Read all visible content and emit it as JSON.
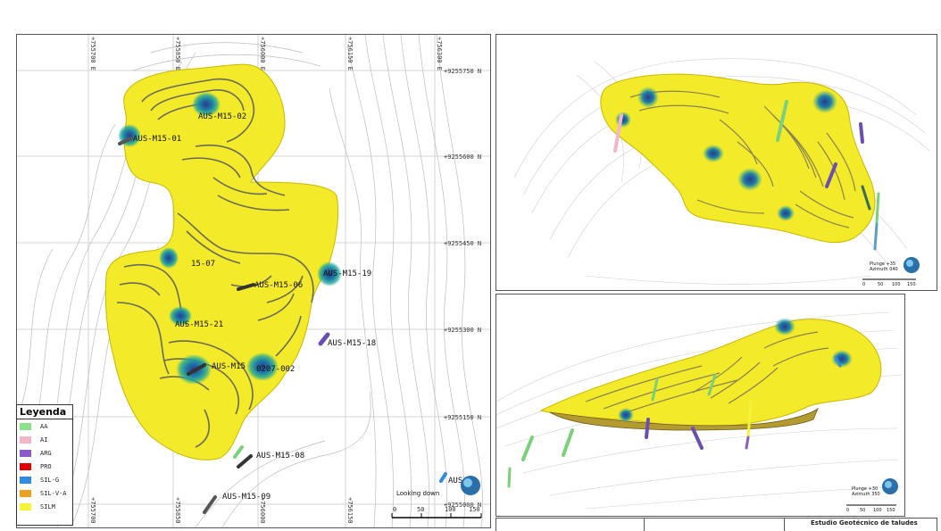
{
  "main_map": {
    "top_coords": [
      "+755700 E",
      "+755850 E",
      "+756000 E",
      "+756150 E",
      "+756300 E"
    ],
    "right_coords": [
      "+9255750 N",
      "+9255600 N",
      "+9255450 N",
      "+9255300 N",
      "+9255150 N",
      "+9255000 N"
    ],
    "bottom_coords": [
      "+755700 E",
      "+755850 E",
      "+756000 E",
      "+756150 E"
    ],
    "labels": {
      "m15_02": "AUS-M15-02",
      "m15_01": "AUS-M15-01",
      "m15_07": "15-07",
      "m15_06": "AUS-M15-06",
      "m15_19": "AUS-M15-19",
      "m15_21": "AUS-M15-21",
      "m15_18": "AUS-M15-18",
      "m15_0x": "AUS-M15",
      "d0207": "0207-002",
      "m15_08": "AUS-M15-08",
      "m15_09": "AUS-M15-09",
      "m15_17": "AUS"
    },
    "looking": "Looking down",
    "scale": [
      "0",
      "50",
      "100",
      "150"
    ]
  },
  "legend": {
    "title": "Leyenda",
    "items": [
      {
        "code": "AA",
        "color": "#8be08b"
      },
      {
        "code": "AI",
        "color": "#f2b6c6"
      },
      {
        "code": "ARG",
        "color": "#8a5cc9"
      },
      {
        "code": "PRO",
        "color": "#e00000"
      },
      {
        "code": "SIL-G",
        "color": "#2f8be0"
      },
      {
        "code": "SIL-V-A",
        "color": "#f0a020"
      },
      {
        "code": "SILM",
        "color": "#f5f23a"
      }
    ]
  },
  "top_right": {
    "plunge": "Plunge +35",
    "azimuth": "Azimuth 040",
    "scale": [
      "0",
      "50",
      "100",
      "150"
    ]
  },
  "bottom_right": {
    "plunge": "Plunge +30",
    "azimuth": "Azimuth 350",
    "scale": [
      "0",
      "50",
      "100",
      "150"
    ]
  },
  "table": {
    "title": "Estudio Geotécnico de taludes"
  },
  "colors": {
    "pit_yellow": "#f3ea2a",
    "pit_edge": "#c9b800",
    "bench": "#6a6a5a",
    "contour": "#b8b8b8",
    "hot_outer": "#1fa89a",
    "hot_inner": "#2b3a8c"
  }
}
